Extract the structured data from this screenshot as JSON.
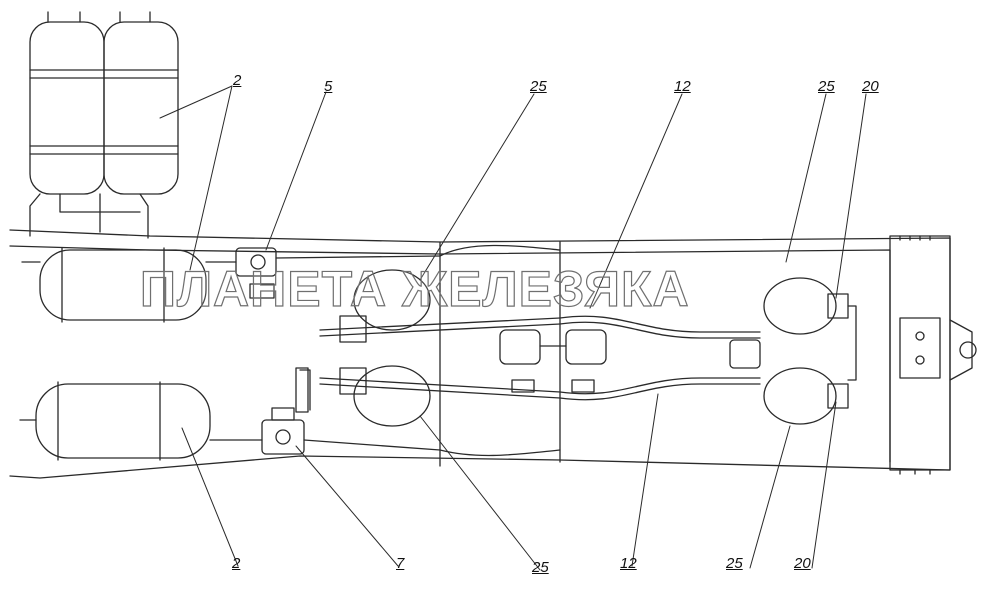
{
  "watermark": "ПЛАНЕТА ЖЕЛЕЗЯКА",
  "callouts": {
    "c2_top": "2",
    "c5": "5",
    "c25_top_left": "25",
    "c12_top": "12",
    "c25_top_right": "25",
    "c20_top": "20",
    "c2_bottom": "2",
    "c7": "7",
    "c25_bottom_left": "25",
    "c12_bottom": "12",
    "c25_bottom_right": "25",
    "c20_bottom": "20"
  },
  "colors": {
    "line": "#2a2a2a",
    "paper": "#ffffff"
  }
}
